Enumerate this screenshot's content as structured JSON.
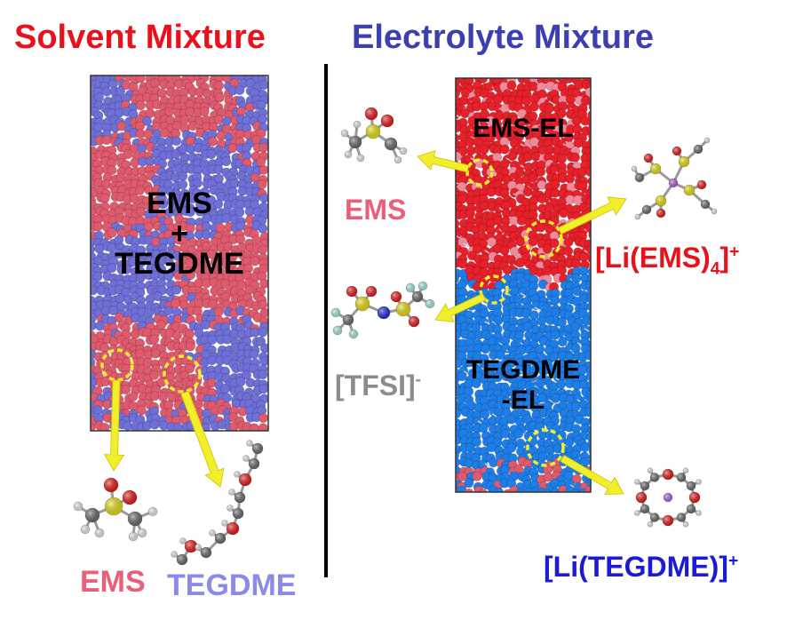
{
  "headers": {
    "left": "Solvent Mixture",
    "right": "Electrolyte Mixture"
  },
  "colors": {
    "left_header": "#e8121c",
    "right_header": "#3c3fb0",
    "ems_label": "#e8607a",
    "tegdme_label": "#8a8ae8",
    "tfsi_label": "#8c8c8c",
    "li_ems_label": "#e8121c",
    "li_tegdme_label": "#1a1ad8",
    "arrow": "#f2ee2a",
    "ems_bead": "#e05a6e",
    "tegdme_bead": "#6f6fd8",
    "ems_el_bead": "#e8202a",
    "tegdme_el_bead": "#1e7ee8"
  },
  "left_box": {
    "text_line1": "EMS",
    "text_line2": "+",
    "text_line3": "TEGDME"
  },
  "right_box": {
    "top_label": "EMS-EL",
    "bottom_label_line1": "TEGDME",
    "bottom_label_line2": "-EL"
  },
  "labels": {
    "ems_bottom": "EMS",
    "tegdme_bottom": "TEGDME",
    "ems_right": "EMS",
    "tfsi_base": "[TFSI]",
    "tfsi_sup": "-",
    "li_ems_base": "[Li(EMS)",
    "li_ems_sub": "4",
    "li_ems_close": "]",
    "li_ems_sup": "+",
    "li_tegdme_base": "[Li(TEGDME)]",
    "li_tegdme_sup": "+"
  }
}
